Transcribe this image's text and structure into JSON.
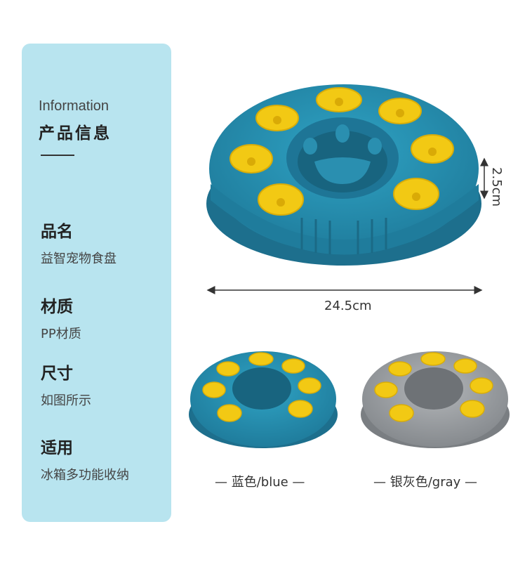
{
  "info": {
    "title_en": "Information",
    "title_cn": "产品信息"
  },
  "specs": [
    {
      "label": "品名",
      "value": "益智宠物食盘"
    },
    {
      "label": "材质",
      "value": "PP材质"
    },
    {
      "label": "尺寸",
      "value": "如图所示"
    },
    {
      "label": "适用",
      "value": "冰箱多功能收纳"
    }
  ],
  "dimensions": {
    "diameter": "24.5cm",
    "height": "2.5cm"
  },
  "variants": [
    {
      "caption": "— 蓝色/blue —",
      "color": "#2a92b3"
    },
    {
      "caption": "— 银灰色/gray —",
      "color": "#9a9ea2"
    }
  ],
  "colors": {
    "panel": "#b8e4ef",
    "button": "#f4d019",
    "blue": "#2a92b3",
    "gray": "#9a9ea2"
  }
}
